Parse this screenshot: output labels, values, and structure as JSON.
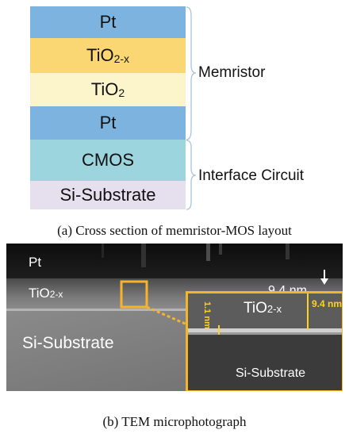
{
  "layers": [
    {
      "label": "Pt",
      "color": "#7db4df"
    },
    {
      "label": "TiO",
      "sub": "2-x",
      "color": "#fbd773"
    },
    {
      "label": "TiO",
      "sub": "2",
      "color": "#fcf5cb"
    },
    {
      "label": "Pt",
      "color": "#7db4df"
    },
    {
      "label": "CMOS",
      "color": "#9dd5de"
    },
    {
      "label": "Si-Substrate",
      "color": "#e6e0ee"
    }
  ],
  "groups": {
    "memristor": "Memristor",
    "interface": "Interface Circuit"
  },
  "captions": {
    "a": "(a) Cross section of memristor-MOS layout",
    "b": "(b) TEM microphotograph"
  },
  "tem": {
    "pt": "Pt",
    "tio": "TiO",
    "tio_sub": "2-x",
    "thickness": "9.4 nm",
    "substrate": "Si-Substrate",
    "inset": {
      "tio": "TiO",
      "tio_sub": "2-x",
      "thickness": "9.4 nm",
      "interface": "1.1 nm",
      "substrate": "Si-Substrate"
    }
  },
  "colors": {
    "highlight": "#f5b52a",
    "inset_text": "#ffd21f",
    "brace": "#a9c4e0"
  }
}
